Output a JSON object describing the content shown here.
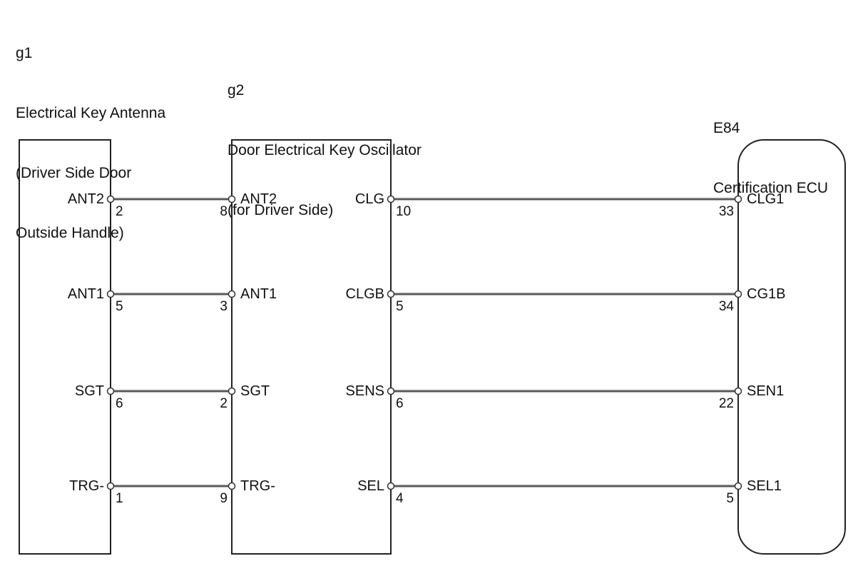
{
  "components": {
    "g1": {
      "code": "g1",
      "name": [
        "Electrical Key Antenna",
        "(Driver Side Door",
        "Outside Handle)"
      ]
    },
    "g2": {
      "code": "g2",
      "name": [
        "Door Electrical Key Oscillator",
        "(for Driver Side)"
      ]
    },
    "e84": {
      "code": "E84",
      "name": [
        "Certification ECU"
      ]
    }
  },
  "connections": [
    {
      "from": {
        "component": "g1",
        "signal": "ANT2",
        "pin": "2"
      },
      "to": {
        "component": "g2",
        "signal": "ANT2",
        "pin": "8"
      }
    },
    {
      "from": {
        "component": "g1",
        "signal": "ANT1",
        "pin": "5"
      },
      "to": {
        "component": "g2",
        "signal": "ANT1",
        "pin": "3"
      }
    },
    {
      "from": {
        "component": "g1",
        "signal": "SGT",
        "pin": "6"
      },
      "to": {
        "component": "g2",
        "signal": "SGT",
        "pin": "2"
      }
    },
    {
      "from": {
        "component": "g1",
        "signal": "TRG-",
        "pin": "1"
      },
      "to": {
        "component": "g2",
        "signal": "TRG-",
        "pin": "9"
      }
    },
    {
      "from": {
        "component": "g2",
        "signal": "CLG",
        "pin": "10"
      },
      "to": {
        "component": "e84",
        "signal": "CLG1",
        "pin": "33"
      }
    },
    {
      "from": {
        "component": "g2",
        "signal": "CLGB",
        "pin": "5"
      },
      "to": {
        "component": "e84",
        "signal": "CG1B",
        "pin": "34"
      }
    },
    {
      "from": {
        "component": "g2",
        "signal": "SENS",
        "pin": "6"
      },
      "to": {
        "component": "e84",
        "signal": "SEN1",
        "pin": "22"
      }
    },
    {
      "from": {
        "component": "g2",
        "signal": "SEL",
        "pin": "4"
      },
      "to": {
        "component": "e84",
        "signal": "SEL1",
        "pin": "5"
      }
    }
  ]
}
